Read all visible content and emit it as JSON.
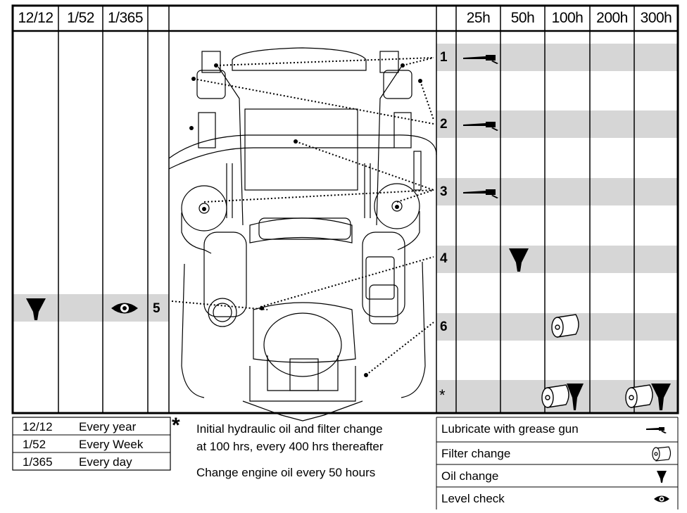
{
  "header": {
    "freq_cols": [
      "12/12",
      "1/52",
      "1/365"
    ],
    "hour_cols": [
      "25h",
      "50h",
      "100h",
      "200h",
      "300h"
    ]
  },
  "points": {
    "p1": "1",
    "p2": "2",
    "p3": "3",
    "p4": "4",
    "p5": "5",
    "p6": "6",
    "star": "*"
  },
  "frequency_legend": [
    {
      "code": "12/12",
      "label": "Every year"
    },
    {
      "code": "1/52",
      "label": "Every Week"
    },
    {
      "code": "1/365",
      "label": "Every day"
    }
  ],
  "notes": {
    "asterisk": "*",
    "line1": "Initial hydraulic oil and filter change",
    "line2": "at 100 hrs, every 400 hrs thereafter",
    "line3": "Change engine oil every 50 hours"
  },
  "symbol_legend": [
    {
      "label": "Lubricate with grease gun",
      "icon": "grease-gun-icon"
    },
    {
      "label": "Filter change",
      "icon": "filter-icon"
    },
    {
      "label": "Oil change",
      "icon": "oil-funnel-icon"
    },
    {
      "label": "Level check",
      "icon": "eye-icon"
    }
  ],
  "colors": {
    "band": "#d6d6d6",
    "line": "#000000"
  }
}
